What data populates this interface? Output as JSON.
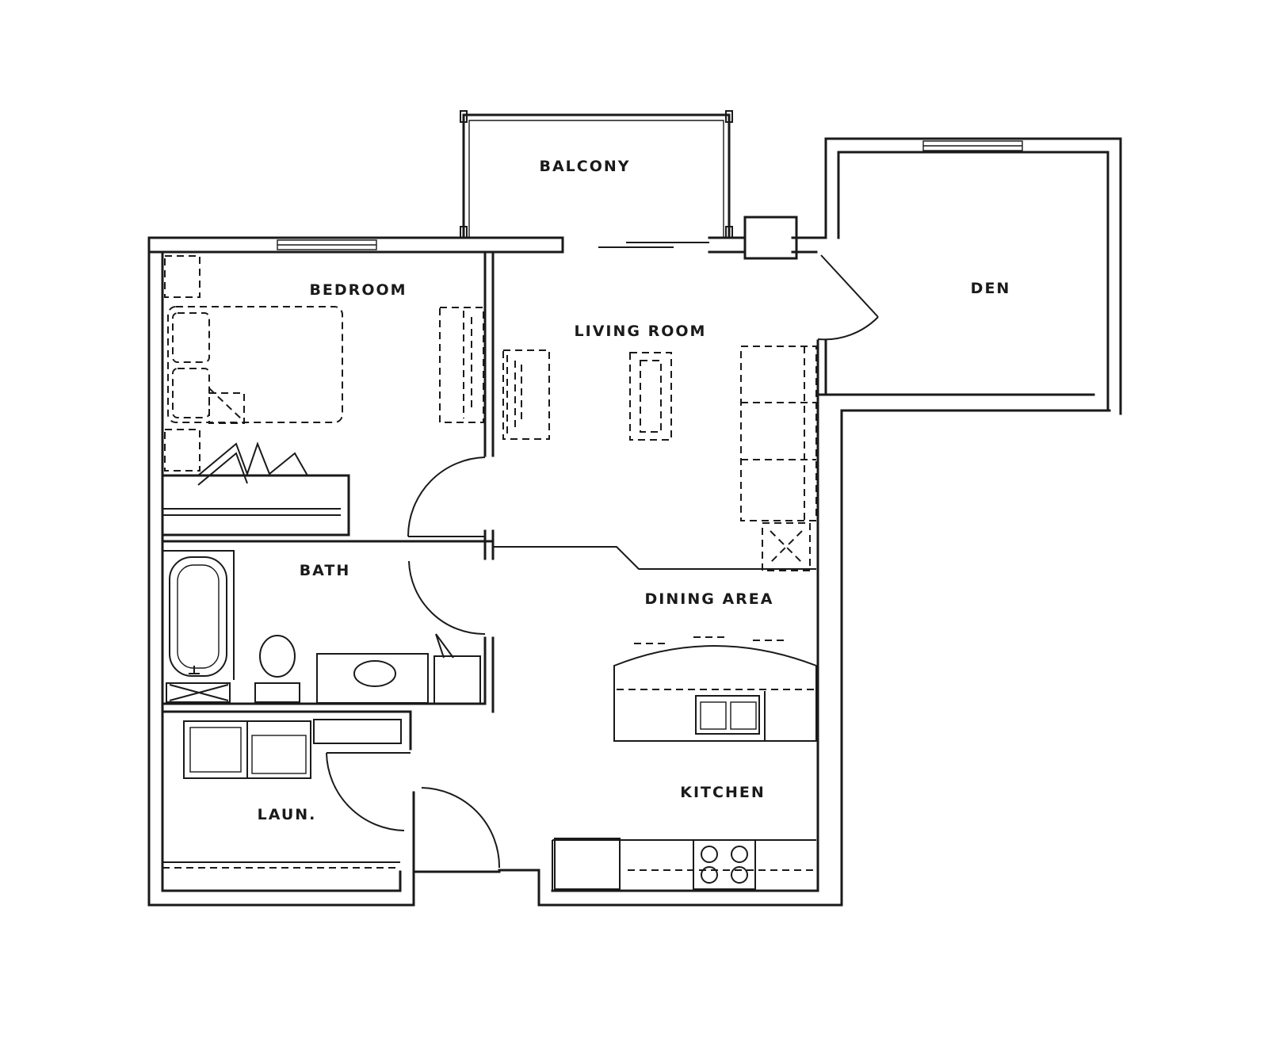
{
  "colors": {
    "line": "#1a1a1a",
    "background": "#ffffff"
  },
  "rooms": {
    "balcony": "BALCONY",
    "bedroom": "BEDROOM",
    "living_room": "LIVING ROOM",
    "den": "DEN",
    "bath": "BATH",
    "dining_area": "DINING AREA",
    "kitchen": "KITCHEN",
    "laundry": "LAUN."
  }
}
